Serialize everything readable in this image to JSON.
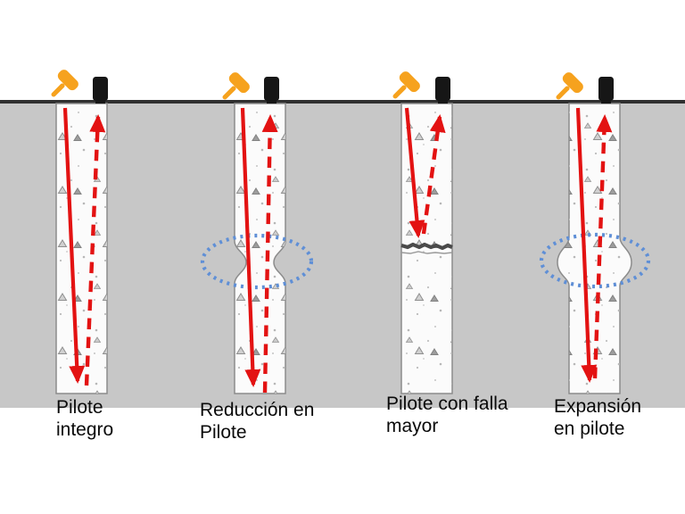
{
  "colors": {
    "soil_gray": "#c7c7c7",
    "ground_line": "#303030",
    "pile_fill": "#fbfbfb",
    "pile_border": "#8c8c8c",
    "arrow_red": "#e31212",
    "hammer_orange": "#f6a21e",
    "sensor_black": "#161616",
    "ellipse_blue": "#5f8fd6",
    "crack_dark": "#4a4a4a",
    "label_color": "#0a0a0a"
  },
  "icons": {
    "hammer": "hammer-icon",
    "sensor": "sensor-icon",
    "defect_highlight": "dotted-ellipse-icon",
    "impact_wave": "arrow-down-solid",
    "reflected_wave": "arrow-up-dashed"
  },
  "figures": [
    {
      "id": "pilote-integro",
      "label_line1": "Pilote",
      "label_line2": "integro"
    },
    {
      "id": "reduccion-en-pilote",
      "label_line1": "Reducción en",
      "label_line2": "Pilote"
    },
    {
      "id": "pilote-con-falla-mayor",
      "label_line1": "Pilote con falla",
      "label_line2": "mayor"
    },
    {
      "id": "expansion-en-pilote",
      "label_line1": "Expansión",
      "label_line2": "en pilote"
    }
  ]
}
